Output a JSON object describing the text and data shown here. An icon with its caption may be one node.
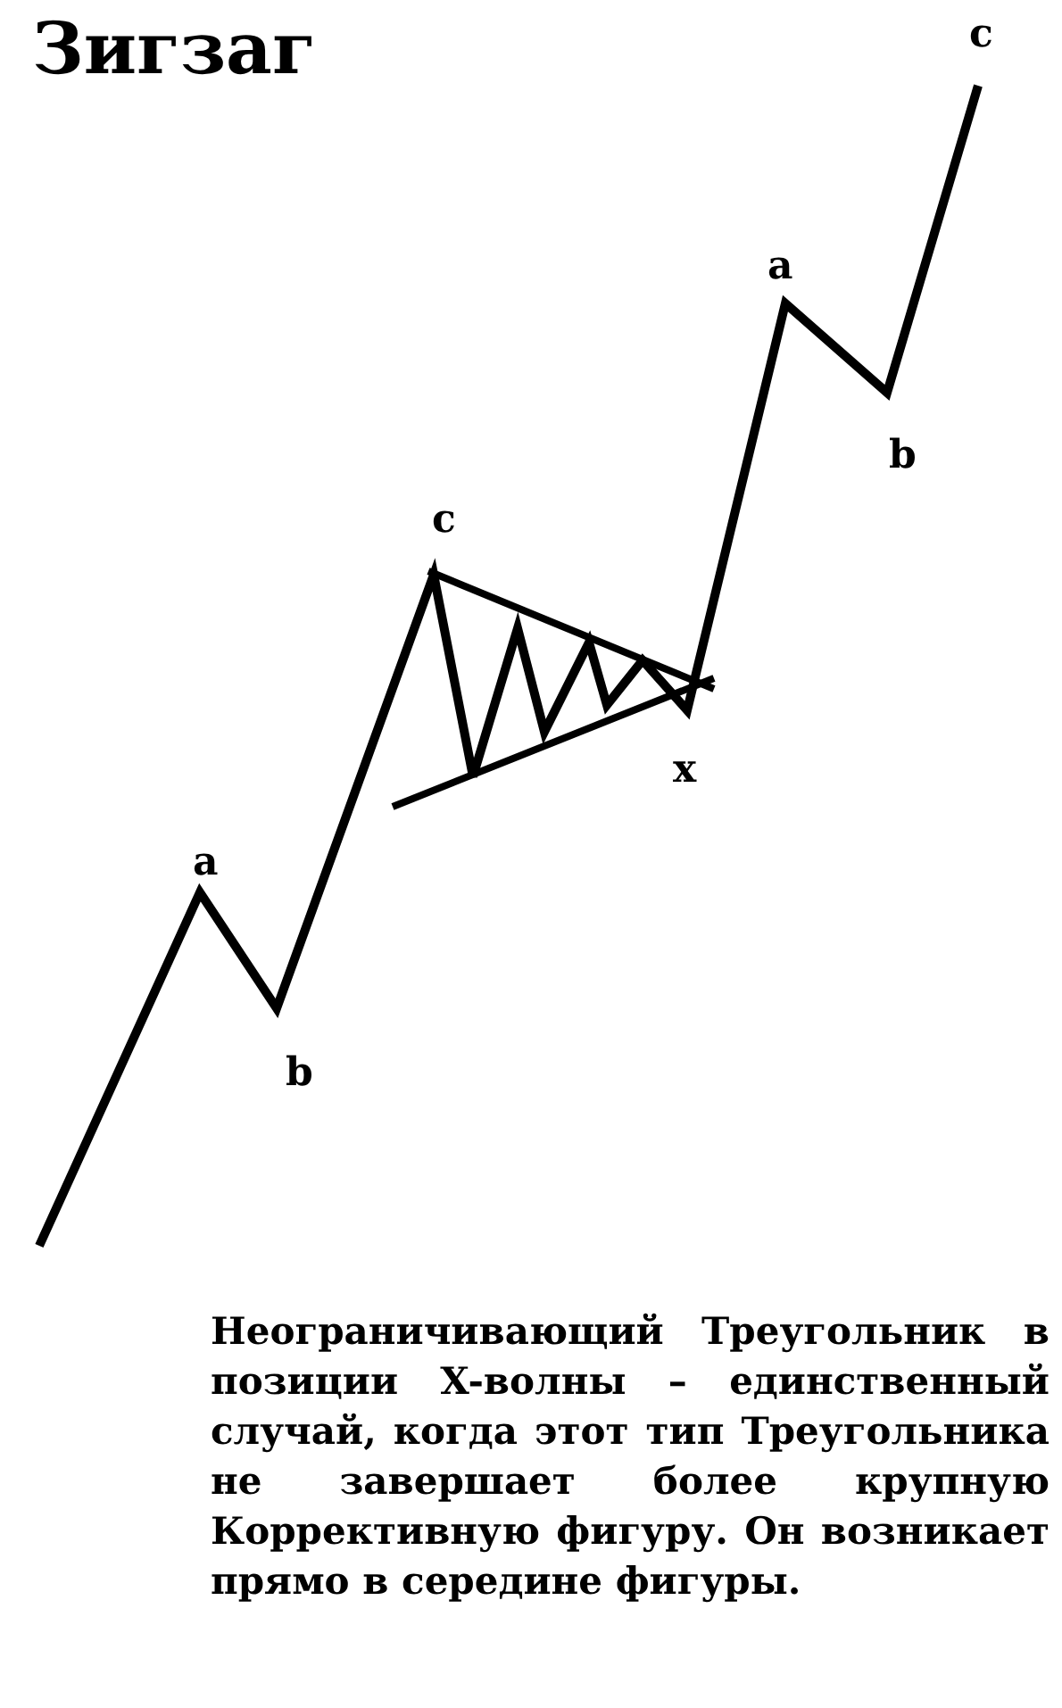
{
  "diagram": {
    "title": "Зигзаг",
    "labels": [
      "c",
      "a",
      "b",
      "c",
      "x",
      "a",
      "b"
    ],
    "caption": "Неограничивающий Треугольник в позиции X-волны – единственный случай, когда этот тип Треугольника не завершает более крупную Коррективную фигуру. Он возникает прямо в середине фигуры."
  }
}
